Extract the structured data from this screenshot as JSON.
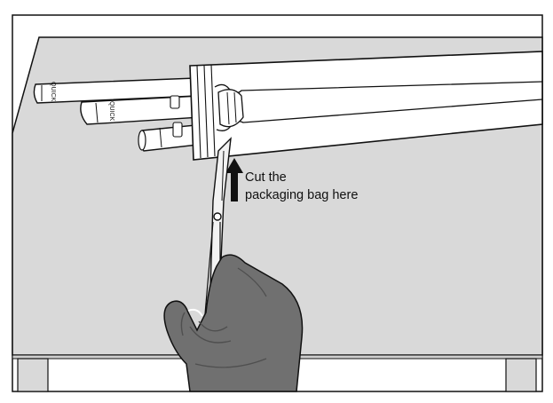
{
  "callout": {
    "line1": "Cut the",
    "line2": "packaging bag here"
  },
  "packaging_labels": {
    "top_tube": "QUICK",
    "middle_tube": "QUICK"
  },
  "colors": {
    "surface": "#d9d9d9",
    "outline": "#111111",
    "glove": "#707070",
    "glove_shadow": "#4f4f4f",
    "scissors": "#f2f2f2",
    "background": "#ffffff"
  },
  "icons": {
    "instruction_arrow": "up-arrow-icon",
    "tool": "scissors-icon",
    "hand": "gloved-hand-icon"
  }
}
